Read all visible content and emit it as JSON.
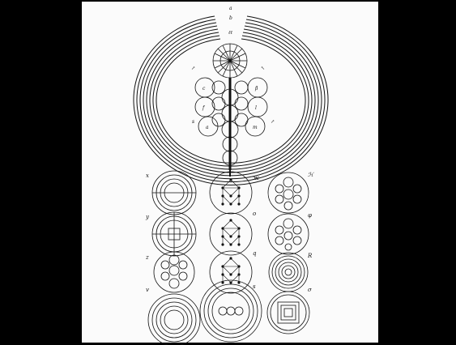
{
  "image": {
    "kind": "engraving",
    "background_color": "#000000",
    "paper_color": "#fbfbfb",
    "ink_color": "#111111"
  },
  "labels": {
    "top": "a",
    "top2": "b",
    "col_left": [
      "x",
      "y",
      "z",
      "v"
    ],
    "col_mid": [
      "ж",
      "o",
      "q",
      "s"
    ],
    "col_right": [
      "ℋ",
      "φ",
      "R",
      "σ"
    ]
  }
}
